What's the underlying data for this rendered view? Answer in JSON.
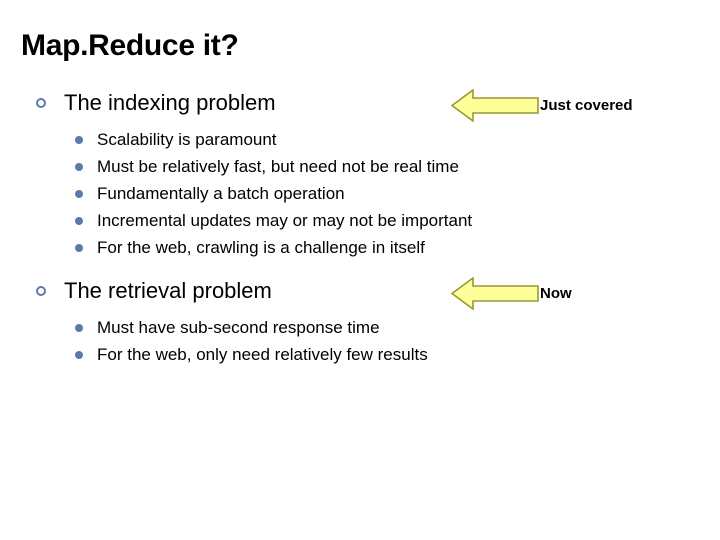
{
  "slide": {
    "title": "Map.Reduce it?",
    "background_color": "#ffffff",
    "text_color": "#000000",
    "bullet_color": "#5b7ba6",
    "sections": [
      {
        "heading": "The indexing problem",
        "bullet_icon": "hollow-circle-bullet-icon",
        "items": [
          "Scalability is paramount",
          "Must be relatively fast, but need not be real time",
          "Fundamentally a batch operation",
          "Incremental updates may or may not be important",
          "For the web, crawling is a challenge in itself"
        ]
      },
      {
        "heading": "The retrieval problem",
        "bullet_icon": "hollow-circle-bullet-icon",
        "items": [
          "Must have sub-second response time",
          "For the web, only need relatively few results"
        ]
      }
    ],
    "callouts": [
      {
        "id": "just-covered",
        "label": "Just covered",
        "arrow_direction": "left",
        "arrow_fill": "#ffff99",
        "arrow_stroke": "#999933"
      },
      {
        "id": "now",
        "label": "Now",
        "arrow_direction": "left",
        "arrow_fill": "#ffff99",
        "arrow_stroke": "#999933"
      }
    ]
  }
}
